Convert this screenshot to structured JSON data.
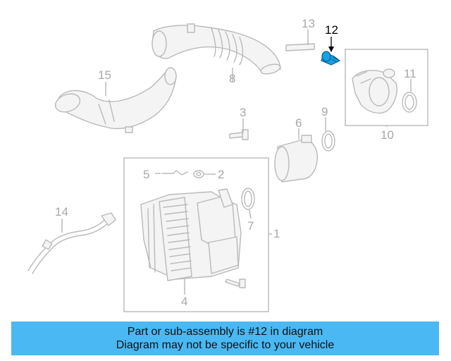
{
  "diagram": {
    "callouts": {
      "c1": "1",
      "c2": "2",
      "c3": "3",
      "c4": "4",
      "c5": "5",
      "c6": "6",
      "c7": "7",
      "c8": "8",
      "c9": "9",
      "c10": "10",
      "c11": "11",
      "c12": "12",
      "c13": "13",
      "c14": "14",
      "c15": "15"
    },
    "highlight_color": "#1aa0e6",
    "banner_color": "#4ab8f2"
  },
  "banner": {
    "line1": "Part or sub-assembly is #12 in diagram",
    "line2": "Diagram may not be specific to your vehicle"
  }
}
